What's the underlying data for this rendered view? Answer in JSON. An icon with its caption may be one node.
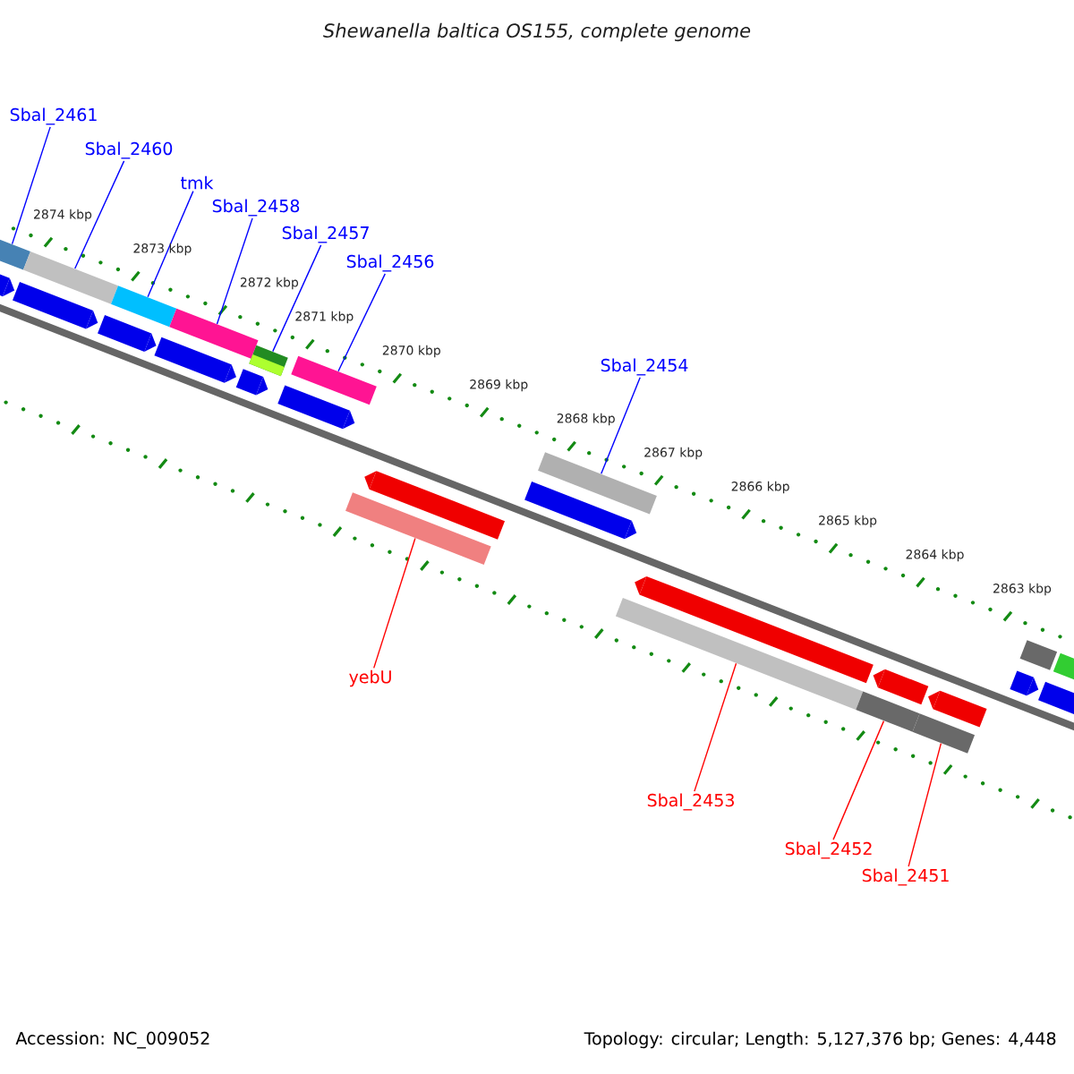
{
  "diagram": {
    "title": "*Shewanella baltica OS155, complete genome*",
    "nodes": [
      {
        "text": [
          "Sbal_2461"
        ]
      },
      {
        "text": [
          "Sbal_2460"
        ]
      },
      {
        "text": [
          "tmk"
        ]
      },
      {
        "text": [
          "Sbal_2458"
        ]
      },
      {
        "text": [
          "Sbal_2457"
        ]
      },
      {
        "text": [
          "Sbal_2456"
        ]
      },
      {
        "text": [
          "Sbal_2454"
        ]
      },
      {
        "text": [
          "yebU"
        ]
      },
      {
        "text": [
          "Sbal_2453"
        ]
      },
      {
        "text": [
          "Sbal_2452"
        ]
      },
      {
        "text": [
          "Sbal_2451"
        ]
      },
      {
        "text": [],
        "shape": "bar"
      },
      {
        "text": [],
        "shape": "bar"
      },
      {
        "text": [],
        "shape": "bar"
      },
      {
        "text": [],
        "shape": "bar"
      },
      {
        "text": [],
        "shape": "bar"
      },
      {
        "text": [],
        "shape": "bar"
      },
      {
        "text": [],
        "shape": "bar"
      },
      {
        "text": [],
        "shape": "bar"
      },
      {
        "text": [],
        "shape": "bar"
      },
      {
        "text": [],
        "shape": "bar"
      },
      {
        "text": [],
        "shape": "bar"
      },
      {
        "text": [],
        "shape": "bar"
      },
      {
        "text": [],
        "shape": "bar"
      },
      {
        "text": [],
        "shape": "bar"
      },
      {
        "text": [],
        "shape": "bar"
      },
      {
        "text": [],
        "shape": "bar"
      },
      {
        "text": [],
        "shape": "bar"
      },
      {
        "text": [],
        "shape": "bar"
      },
      {
        "text": [],
        "shape": "bar"
      },
      {
        "text": [],
        "shape": "bar"
      },
      {
        "text": [],
        "shape": "bar"
      },
      {
        "text": [],
        "shape": "bar"
      },
      {
        "text": [],
        "shape": "bar"
      },
      {
        "text": [],
        "shape": "bar"
      },
      {
        "text": [],
        "shape": "bar"
      },
      {
        "text": [],
        "shape": "bar"
      }
    ],
    "edges": [
      {
        "from": 0,
        "to": 11,
        "arrow": "none"
      },
      {
        "from": 1,
        "to": 12,
        "arrow": "none"
      },
      {
        "from": 2,
        "to": 13,
        "arrow": "none"
      },
      {
        "from": 3,
        "to": 14,
        "arrow": "none"
      },
      {
        "from": 4,
        "to": 15,
        "arrow": "none"
      },
      {
        "from": 5,
        "to": 16,
        "arrow": "none"
      },
      {
        "from": 6,
        "to": 17,
        "arrow": "none"
      },
      {
        "from": 7,
        "to": 18,
        "arrow": "none",
        "color": "#ff0000"
      },
      {
        "from": 8,
        "to": 19,
        "arrow": "none",
        "color": "#ff0000"
      },
      {
        "from": 9,
        "to": 20,
        "arrow": "none",
        "color": "#ff0000"
      },
      {
        "from": 10,
        "to": 21,
        "arrow": "none",
        "color": "#ff0000"
      }
    ],
    "labels": [
      "2874 kbp",
      "2873 kbp",
      "2872 kbp",
      "2871 kbp",
      "2870 kbp",
      "2869 kbp",
      "2868 kbp",
      "2867 kbp",
      "2866 kbp",
      "2865 kbp",
      "2864 kbp",
      "2863 kbp",
      "Accession: NC_009052",
      "Topology: circular; Length: 5,127,376 bp; Genes: 4,448"
    ]
  }
}
